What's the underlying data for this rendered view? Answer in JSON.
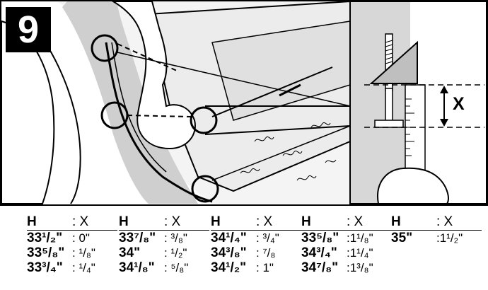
{
  "step": {
    "number": "9"
  },
  "detail": {
    "dimension_label": "X"
  },
  "table": {
    "columns": [
      {
        "h_header": "H",
        "x_header": ": X",
        "rows": [
          {
            "h": "33¹/₂\"",
            "x": ": 0\""
          },
          {
            "h": "33⁵/₈\"",
            "x": ": ¹/₈\""
          },
          {
            "h": "33³/₄\"",
            "x": ": ¹/₄\""
          }
        ]
      },
      {
        "h_header": "H",
        "x_header": ": X",
        "rows": [
          {
            "h": "33⁷/₈\"",
            "x": ": ³/₈\""
          },
          {
            "h": "34\"",
            "x": ": ¹/₂\""
          },
          {
            "h": "34¹/₈\"",
            "x": ": ⁵/₈\""
          }
        ]
      },
      {
        "h_header": "H",
        "x_header": ": X",
        "rows": [
          {
            "h": "34¹/₄\"",
            "x": ": ³/₄\""
          },
          {
            "h": "34³/₈\"",
            "x": ": ⁷/₈"
          },
          {
            "h": "34¹/₂\"",
            "x": ": 1\""
          }
        ]
      },
      {
        "h_header": "H",
        "x_header": ": X",
        "rows": [
          {
            "h": "33⁵/₈\"",
            "x": ":1¹/₈\""
          },
          {
            "h": "34³/₄\"",
            "x": ":1¹/₄\""
          },
          {
            "h": "34⁷/₈\"",
            "x": ":1³/₈\""
          }
        ]
      },
      {
        "h_header": "H",
        "x_header": ": X",
        "rows": [
          {
            "h": "35\"",
            "x": ":1¹/₂\""
          }
        ]
      }
    ]
  }
}
